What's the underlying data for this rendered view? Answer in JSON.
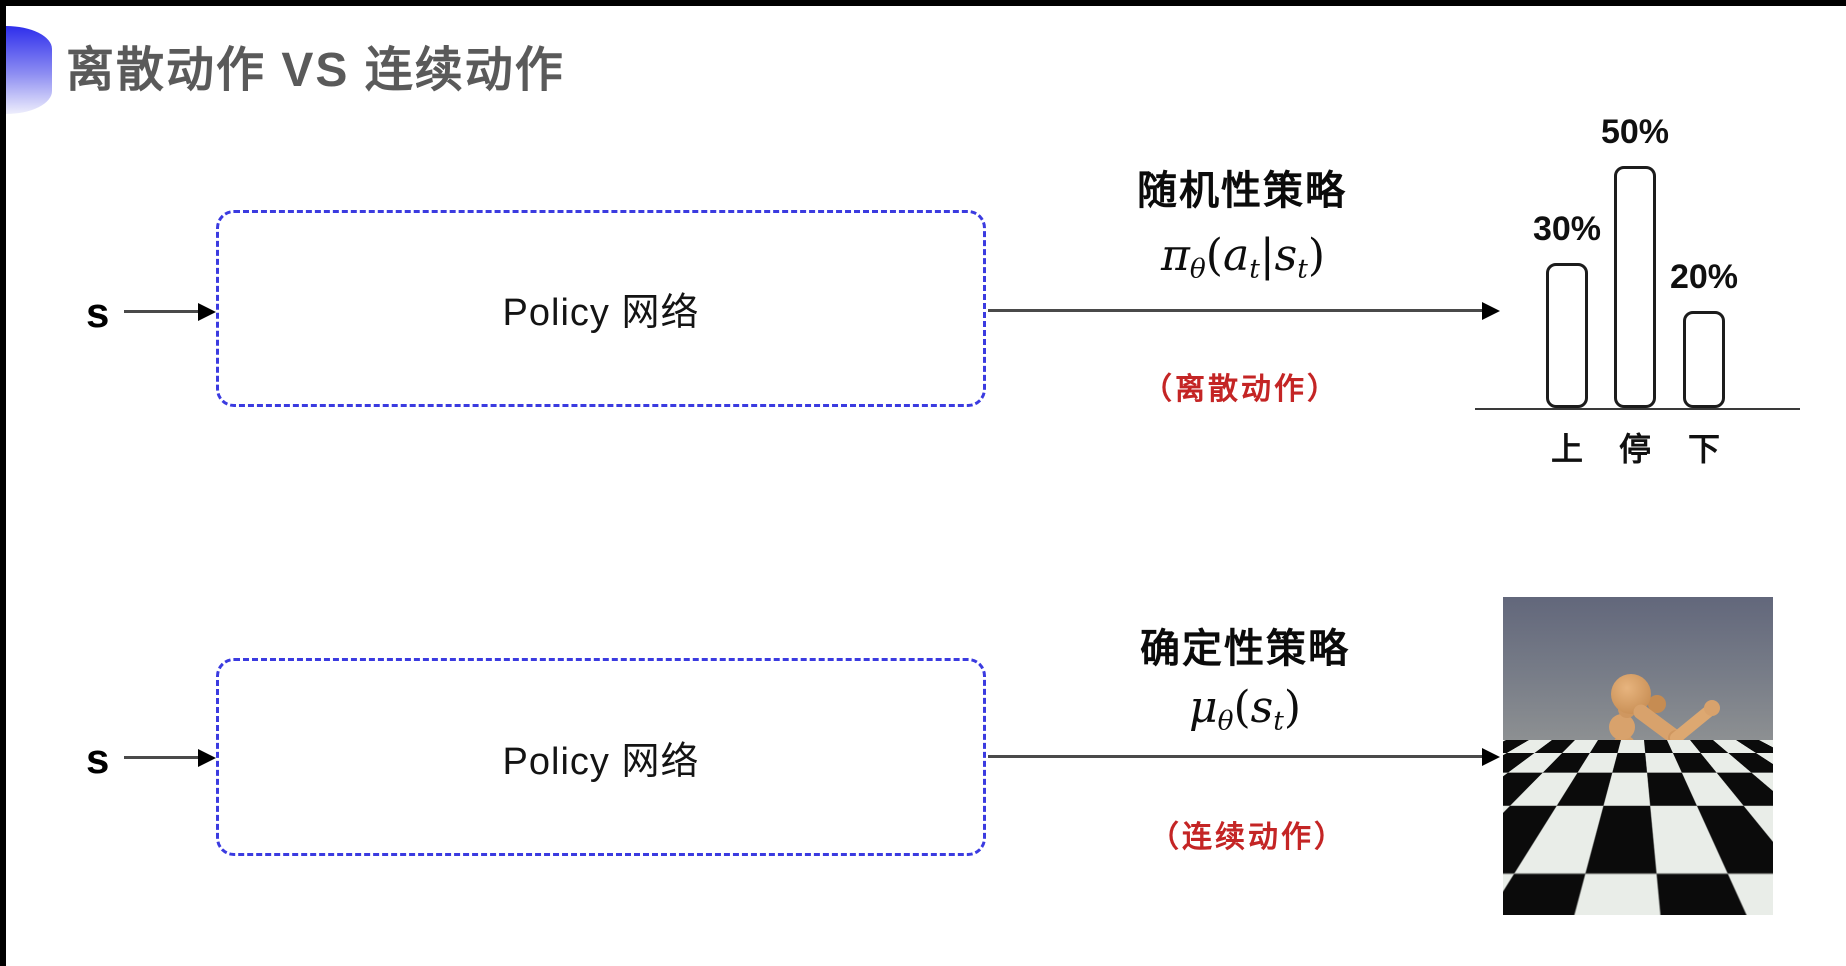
{
  "frame": {
    "title": "离散动作 VS 连续动作"
  },
  "rows": {
    "stochastic": {
      "input": "s",
      "box": "Policy 网络",
      "caption": "随机性策略",
      "formula": {
        "segments": [
          {
            "t": "π",
            "s": "var"
          },
          {
            "t": "θ",
            "s": "sub"
          },
          {
            "t": "(",
            "s": "plain"
          },
          {
            "t": "a",
            "s": "var"
          },
          {
            "t": "t",
            "s": "sub"
          },
          {
            "t": "|",
            "s": "plain"
          },
          {
            "t": "s",
            "s": "var"
          },
          {
            "t": "t",
            "s": "sub"
          },
          {
            "t": ")",
            "s": "plain"
          }
        ]
      },
      "action_note": "（离散动作）"
    },
    "deterministic": {
      "input": "s",
      "box": "Policy 网络",
      "caption": "确定性策略",
      "formula": {
        "segments": [
          {
            "t": "μ",
            "s": "var"
          },
          {
            "t": "θ",
            "s": "sub"
          },
          {
            "t": "(",
            "s": "plain"
          },
          {
            "t": "s",
            "s": "var"
          },
          {
            "t": "t",
            "s": "sub"
          },
          {
            "t": ")",
            "s": "plain"
          }
        ]
      },
      "action_note": "（连续动作）"
    }
  },
  "chart_data": {
    "type": "bar",
    "title": "",
    "categories": [
      "上",
      "停",
      "下"
    ],
    "values": [
      30,
      50,
      20
    ],
    "value_labels": [
      "30%",
      "50%",
      "20%"
    ],
    "ylim": [
      0,
      50
    ],
    "grid": false,
    "legend": "none",
    "bar_style": "white fill, black rounded outline"
  },
  "colors": {
    "accent_icon": "#2e2eec",
    "title_text": "#5a5a5a",
    "dashed_box": "#3b3be0",
    "red_note": "#c42525",
    "text": "#101010"
  }
}
